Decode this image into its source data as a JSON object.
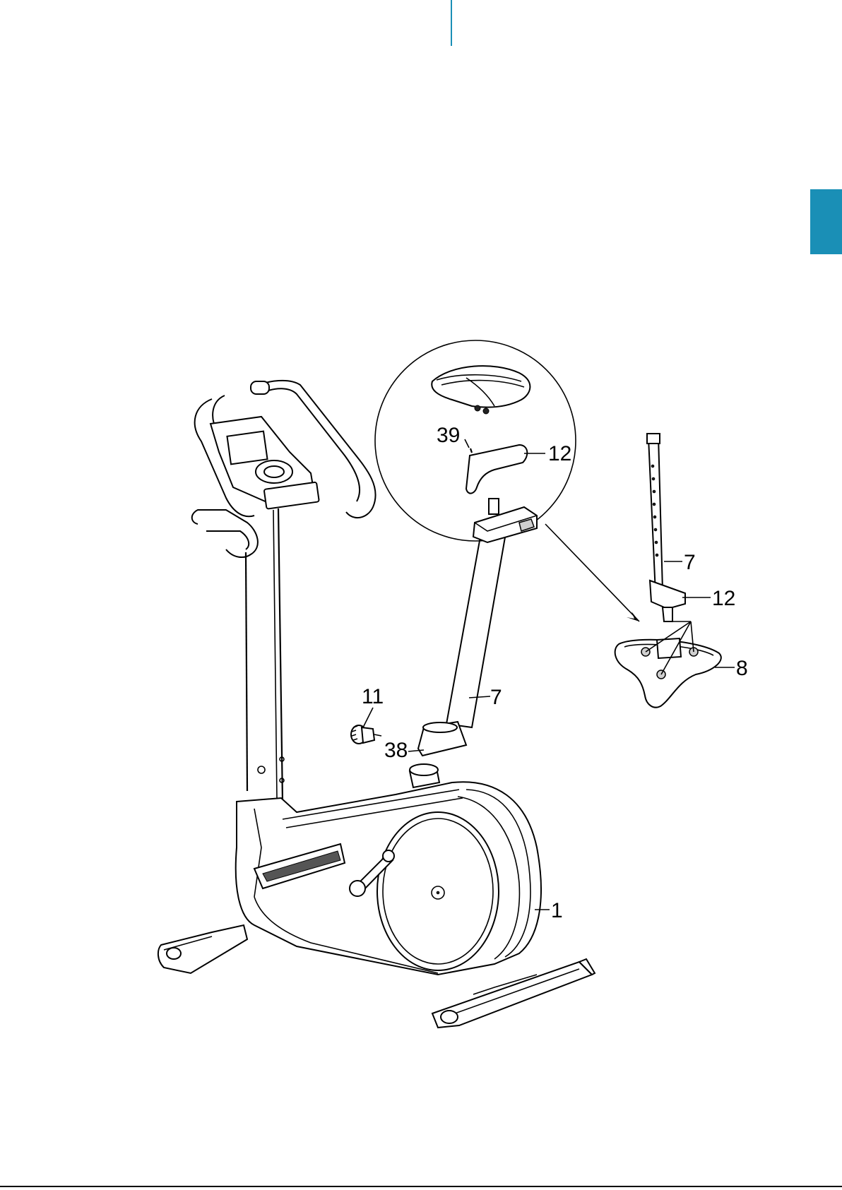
{
  "diagram": {
    "callouts": {
      "c1": "1",
      "c7_main": "7",
      "c11": "11",
      "c38": "38",
      "c39": "39",
      "c12_detail": "12",
      "c7_seat": "7",
      "c12_seat": "12",
      "c8": "8"
    }
  },
  "colors": {
    "accent": "#1a8fb6",
    "line": "#000000"
  }
}
